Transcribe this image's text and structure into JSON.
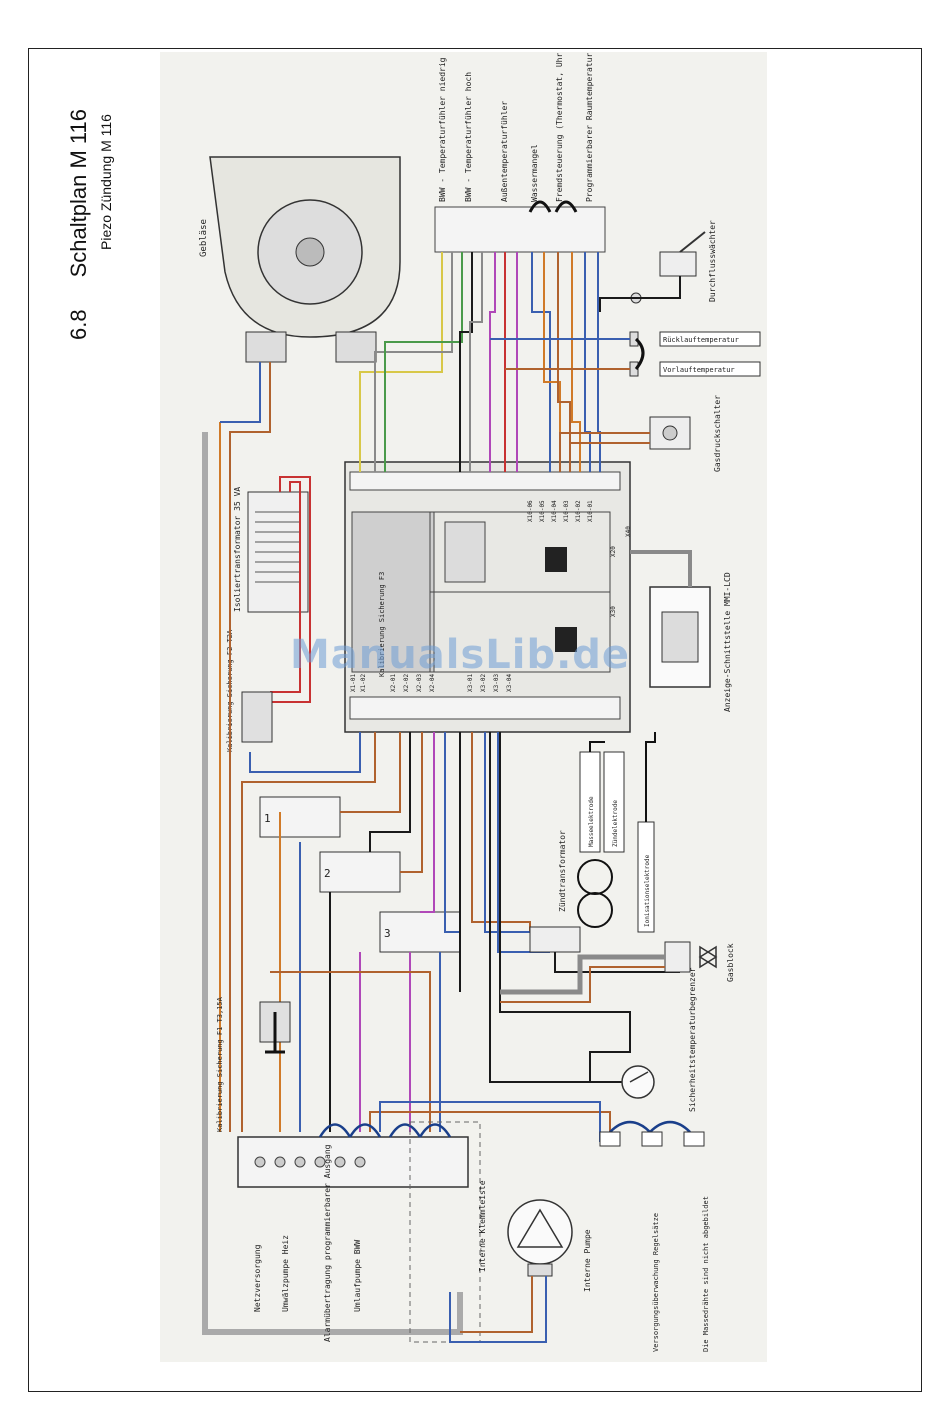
{
  "header": {
    "section_number": "6.8",
    "section_title": "Schaltplan M 116",
    "subtitle": "Piezo Zündung M 116"
  },
  "watermark": "ManualsLib.de",
  "diagram": {
    "components": {
      "blower": "Gebläse",
      "dhw_sensor_low": "BWW - Temperaturfühler niedrig",
      "dhw_sensor_high": "BWW - Temperaturfühler hoch",
      "outdoor_sensor": "Außentemperaturfühler",
      "water_shortage": "Wassermangel",
      "remote_control": "Fremdsteuerung (Thermostat, Uhr)",
      "room_sensor": "Programmierbarer Raumtemperaturfühler",
      "flow_switch": "Durchflusswächter",
      "return_sensor": "Rücklauftemperatur",
      "flow_sensor": "Vorlauftemperatur",
      "gas_pressure_switch": "Gasdruckschalter",
      "display_interface": "Anzeige-Schnittstelle MMI-LCD",
      "isolation_transformer": "Isoliertransformator 35 VA",
      "fuse_f2": "Kalibrierung Sicherung F2 T2A",
      "fuse_f3": "Kalibrierung Sicherung F3",
      "fuse_f1": "Kalibrierung Sicherung F1 T3,15A",
      "ignition_transformer": "Zündtransformator",
      "ground_electrode": "Masseelektrode",
      "ignition_electrode": "Zündelektrode",
      "ionisation_electrode": "Ionisationselektrode",
      "gas_block": "Gasblock",
      "safety_limiter": "Sicherheitstemperaturbegrenzer",
      "internal_pump": "Interne Pumpe",
      "internal_terminal": "Interne Klemmleiste",
      "supply_monitor": "Versorgungsüberwachung Regelsätze",
      "ground_note": "Die Massedrähte sind nicht abgebildet"
    },
    "terminals": {
      "power_supply": "Netzversorgung",
      "pump_heating": "Umwälzpumpe Heiz",
      "alarm_output": "Alarmübertragung programmierbarer Ausgang",
      "pump_dhw": "Umlaufpumpe BWW"
    },
    "connector_labels": [
      "X1-01",
      "X1-02",
      "X2-01",
      "X2-02",
      "X2-03",
      "X2-04",
      "X3-01",
      "X3-02",
      "X3-03",
      "X3-04",
      "X10-01",
      "X10-02",
      "X10-03",
      "X10-04",
      "X10-05",
      "X10-06",
      "X20",
      "X30",
      "X40"
    ],
    "relays": [
      "1",
      "2",
      "3"
    ],
    "wire_colors": {
      "brown": "#b0622e",
      "blue": "#3a5fb0",
      "black": "#1a1a1a",
      "red": "#c83232",
      "violet": "#b048b8",
      "yellow": "#d8c848",
      "grey": "#8a8a8a",
      "orange": "#d07a28",
      "green": "#4a9a4a"
    }
  }
}
